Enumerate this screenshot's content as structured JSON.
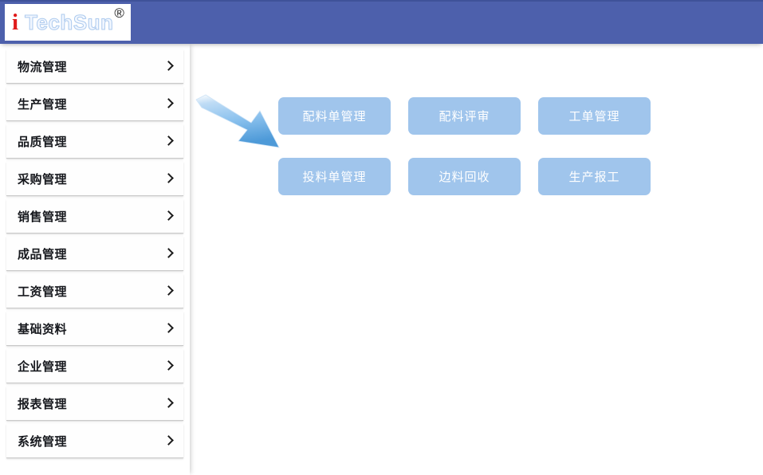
{
  "header": {
    "logo": {
      "icon": "i-mark",
      "i_letter": "i",
      "word": "TechSun",
      "registered": "®"
    },
    "background_color": "#4d60ac"
  },
  "sidebar": {
    "items": [
      {
        "label": "物流管理",
        "chevron": "chevron-right-icon"
      },
      {
        "label": "生产管理",
        "chevron": "chevron-right-icon"
      },
      {
        "label": "品质管理",
        "chevron": "chevron-right-icon"
      },
      {
        "label": "采购管理",
        "chevron": "chevron-right-icon"
      },
      {
        "label": "销售管理",
        "chevron": "chevron-right-icon"
      },
      {
        "label": "成品管理",
        "chevron": "chevron-right-icon"
      },
      {
        "label": "工资管理",
        "chevron": "chevron-right-icon"
      },
      {
        "label": "基础资料",
        "chevron": "chevron-right-icon"
      },
      {
        "label": "企业管理",
        "chevron": "chevron-right-icon"
      },
      {
        "label": "报表管理",
        "chevron": "chevron-right-icon"
      },
      {
        "label": "系统管理",
        "chevron": "chevron-right-icon"
      }
    ]
  },
  "main": {
    "tile_color": "#a0c5ec",
    "tiles": [
      [
        {
          "label": "配料单管理"
        },
        {
          "label": "配料评审"
        },
        {
          "label": "工单管理"
        }
      ],
      [
        {
          "label": "投料单管理"
        },
        {
          "label": "边料回收"
        },
        {
          "label": "生产报工"
        }
      ]
    ],
    "annotation": {
      "icon": "arrow-pointing-down-right",
      "color": "#8fc4ee",
      "points_to": "配料单管理"
    }
  }
}
